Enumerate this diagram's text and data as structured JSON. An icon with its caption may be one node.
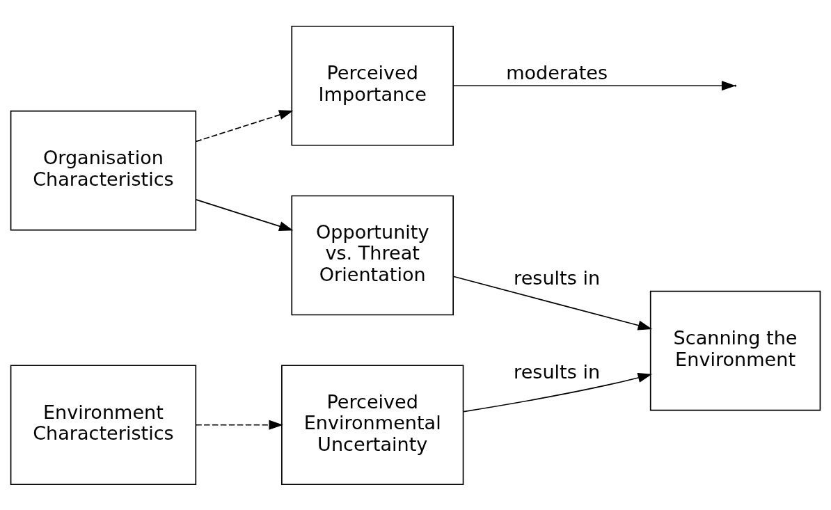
{
  "diagram": {
    "nodes": [
      {
        "text": [
          "Organisation Characteristics"
        ]
      },
      {
        "text": [
          "Opportunity vs. Threat Orientation"
        ]
      },
      {
        "text": [
          "Perceived Importance"
        ]
      },
      {
        "text": [
          "Environment Characteristics"
        ]
      },
      {
        "text": [
          "Perceived Environmental Uncertainty"
        ]
      },
      {
        "text": [
          "Scanning the Environment"
        ]
      }
    ],
    "edges": [
      {
        "from": 0,
        "to": 1,
        "arrow": "to"
      },
      {
        "from": 0,
        "to": 2,
        "arrow": "to",
        "style": "dashed"
      },
      {
        "from": 1,
        "to": 5,
        "arrow": "to",
        "label": "results in"
      },
      {
        "from": 3,
        "to": 4,
        "arrow": "to",
        "style": "dashed"
      },
      {
        "from": 4,
        "to": 5,
        "arrow": "to",
        "label": "results in"
      },
      {
        "from": 2,
        "to": null,
        "arrow": "to",
        "label": "moderates"
      }
    ]
  }
}
